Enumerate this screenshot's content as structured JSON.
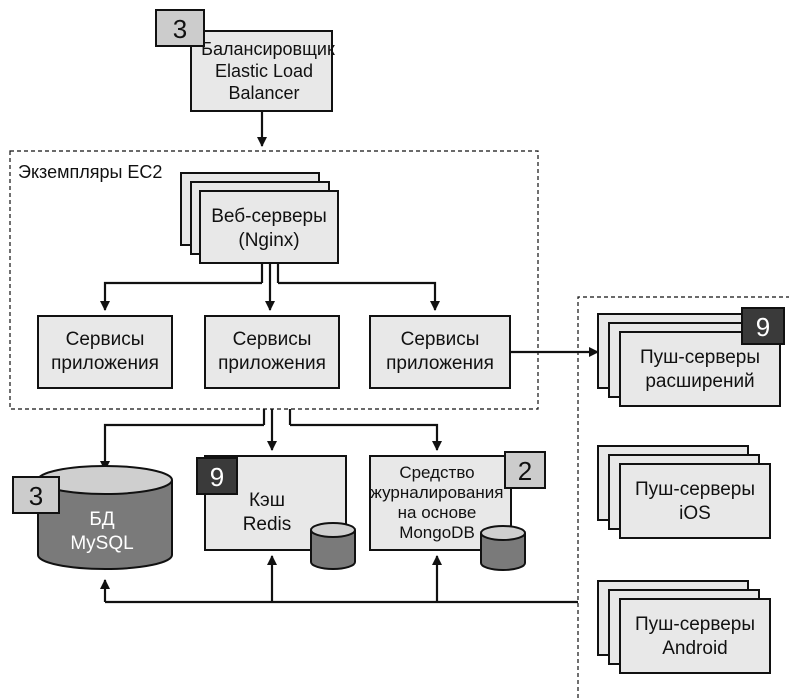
{
  "colors": {
    "box_fill": "#e8e8e8",
    "badge_light": "#cccccc",
    "badge_dark": "#3a3a3a",
    "stroke": "#111111"
  },
  "load_balancer": {
    "badge": "3",
    "line1": "Балансировщик",
    "line2": "Elastic Load",
    "line3": "Balancer"
  },
  "ec2": {
    "label": "Экземпляры EC2",
    "web": {
      "line1": "Веб-серверы",
      "line2": "(Nginx)"
    },
    "services": [
      {
        "line1": "Сервисы",
        "line2": "приложения"
      },
      {
        "line1": "Сервисы",
        "line2": "приложения"
      },
      {
        "line1": "Сервисы",
        "line2": "приложения"
      }
    ]
  },
  "mysql": {
    "badge": "3",
    "line1": "БД",
    "line2": "MySQL"
  },
  "redis": {
    "badge": "9",
    "line1": "Кэш",
    "line2": "Redis"
  },
  "mongo": {
    "badge": "2",
    "line1": "Средство",
    "line2": "журналирования",
    "line3": "на основе",
    "line4": "MongoDB"
  },
  "push": [
    {
      "badge": "9",
      "line1": "Пуш-серверы",
      "line2": "расширений"
    },
    {
      "line1": "Пуш-серверы",
      "line2": "iOS"
    },
    {
      "line1": "Пуш-серверы",
      "line2": "Android"
    }
  ]
}
